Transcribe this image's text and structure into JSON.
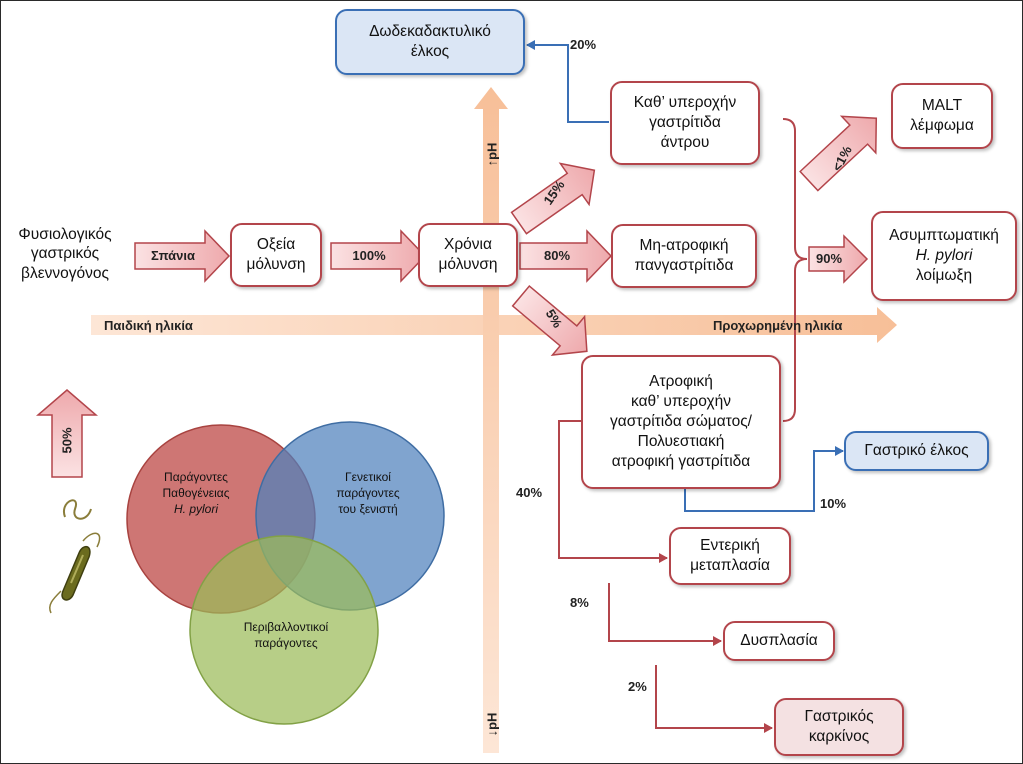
{
  "colors": {
    "box_border_red": "#b3454b",
    "box_border_blue": "#3a6fb5",
    "box_fill_blue": "#dbe6f5",
    "box_fill_pink": "#f4e1e2",
    "axis_peach": "#f9c9a8",
    "connector_red": "#b3454b",
    "connector_blue": "#3a6fb5",
    "circle_red": "#c0504d",
    "circle_blue": "#4f81bd",
    "circle_green": "#9bbb59"
  },
  "start_label": {
    "line1": "Φυσιολογικός",
    "line2": "γαστρικός",
    "line3": "βλεννογόνος"
  },
  "nodes": {
    "acute_infection": {
      "line1": "Οξεία",
      "line2": "μόλυνση"
    },
    "chronic_infection": {
      "line1": "Χρόνια",
      "line2": "μόλυνση"
    },
    "duodenal_ulcer": {
      "line1": "Δωδεκαδακτυλικό",
      "line2": "έλκος"
    },
    "antral_gastritis": {
      "line1": "Καθ’ υπεροχήν",
      "line2": "γαστρίτιδα",
      "line3": "άντρου"
    },
    "non_atrophic": {
      "line1": "Μη-ατροφική",
      "line2": "πανγαστρίτιδα"
    },
    "atrophic": {
      "line1": "Ατροφική",
      "line2": "καθ’ υπεροχήν",
      "line3": "γαστρίτιδα σώματος/",
      "line4": "Πολυεστιακή",
      "line5": "ατροφική γαστρίτιδα"
    },
    "malt": {
      "line1": "MALT",
      "line2": "λέμφωμα"
    },
    "asymptomatic": {
      "line1": "Ασυμπτωματική",
      "line2": "H. pylori",
      "line3": "λοίμωξη"
    },
    "gastric_ulcer": {
      "label": "Γαστρικό έλκος"
    },
    "intestinal_metaplasia": {
      "line1": "Εντερική",
      "line2": "μεταπλασία"
    },
    "dysplasia": {
      "label": "Δυσπλασία"
    },
    "gastric_cancer": {
      "line1": "Γαστρικός",
      "line2": "καρκίνος"
    }
  },
  "arrows": {
    "rare": "Σπάνια",
    "to_chronic": "100%",
    "to_non_atrophic": "80%",
    "to_antral": "15%",
    "to_atrophic": "5%",
    "to_malt": "<1%",
    "to_asymptomatic": "90%",
    "venn_up": "50%"
  },
  "percent_labels": {
    "duodenal": "20%",
    "gastric_ulcer": "10%",
    "metaplasia": "40%",
    "dysplasia": "8%",
    "cancer": "2%"
  },
  "axes": {
    "age_start": "Παιδική ηλικία",
    "age_end": "Προχωρημένη ηλικία",
    "ph_up": "↑pH",
    "ph_down": "↓pH"
  },
  "venn": {
    "virulence": {
      "line1": "Παράγοντες",
      "line2": "Παθογένειας",
      "line3": "H. pylori"
    },
    "host": {
      "line1": "Γενετικοί",
      "line2": "παράγοντες",
      "line3": "του ξενιστή"
    },
    "environment": {
      "line1": "Περιβαλλοντικοί",
      "line2": "παράγοντες"
    }
  },
  "icons": {
    "bacterium": "h-pylori-bacterium-icon"
  }
}
